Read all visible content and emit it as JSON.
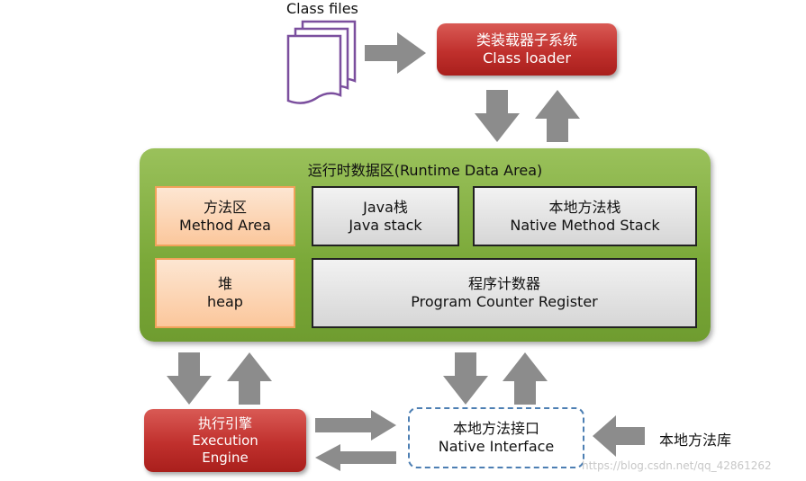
{
  "class_files": {
    "label": "Class files"
  },
  "class_loader": {
    "line1": "类装载器子系统",
    "line2": "Class loader"
  },
  "runtime": {
    "title": "运行时数据区(Runtime Data Area)"
  },
  "method_area": {
    "line1": "方法区",
    "line2": "Method Area"
  },
  "java_stack": {
    "line1": "Java栈",
    "line2": "Java stack"
  },
  "native_stack": {
    "line1": "本地方法栈",
    "line2": "Native Method Stack"
  },
  "heap": {
    "line1": "堆",
    "line2": "heap"
  },
  "pc_register": {
    "line1": "程序计数器",
    "line2": "Program Counter Register"
  },
  "execution_engine": {
    "line1": "执行引擎",
    "line2": "Execution",
    "line3": "Engine"
  },
  "native_interface": {
    "line1": "本地方法接口",
    "line2": "Native Interface"
  },
  "native_library": {
    "label": "本地方法库"
  },
  "watermark": {
    "text": "https://blog.csdn.net/qq_42861262"
  },
  "colors": {
    "arrow_gray": "#8c8c8c",
    "document_purple": "#7b4f9e",
    "red_box": "#c0302d",
    "green_area": "#7aa838",
    "orange_box": "#fbc79c",
    "gray_box": "#d9d9d9",
    "dashed_border": "#4d7fb3"
  }
}
